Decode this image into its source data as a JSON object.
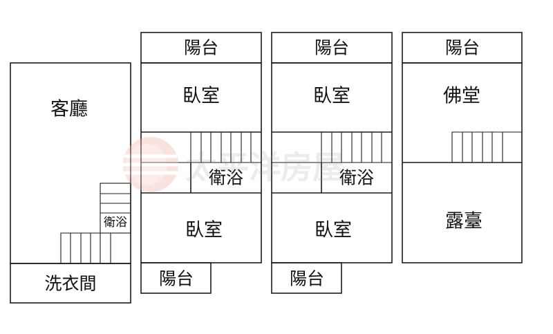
{
  "floor_1": {
    "living_room": "客廳",
    "bathroom": "衛浴",
    "laundry": "洗衣間"
  },
  "floor_2": {
    "balcony_top": "陽台",
    "bedroom_top": "臥室",
    "bathroom": "衛浴",
    "bedroom_bottom": "臥室",
    "balcony_bottom": "陽台"
  },
  "floor_3": {
    "balcony_top": "陽台",
    "bedroom_top": "臥室",
    "bathroom": "衛浴",
    "bedroom_bottom": "臥室",
    "balcony_bottom": "陽台"
  },
  "floor_4": {
    "balcony_top": "陽台",
    "shrine_room": "佛堂",
    "terrace": "露臺"
  },
  "watermark": {
    "text": "太平洋房屋",
    "color": "#e05a4a"
  }
}
